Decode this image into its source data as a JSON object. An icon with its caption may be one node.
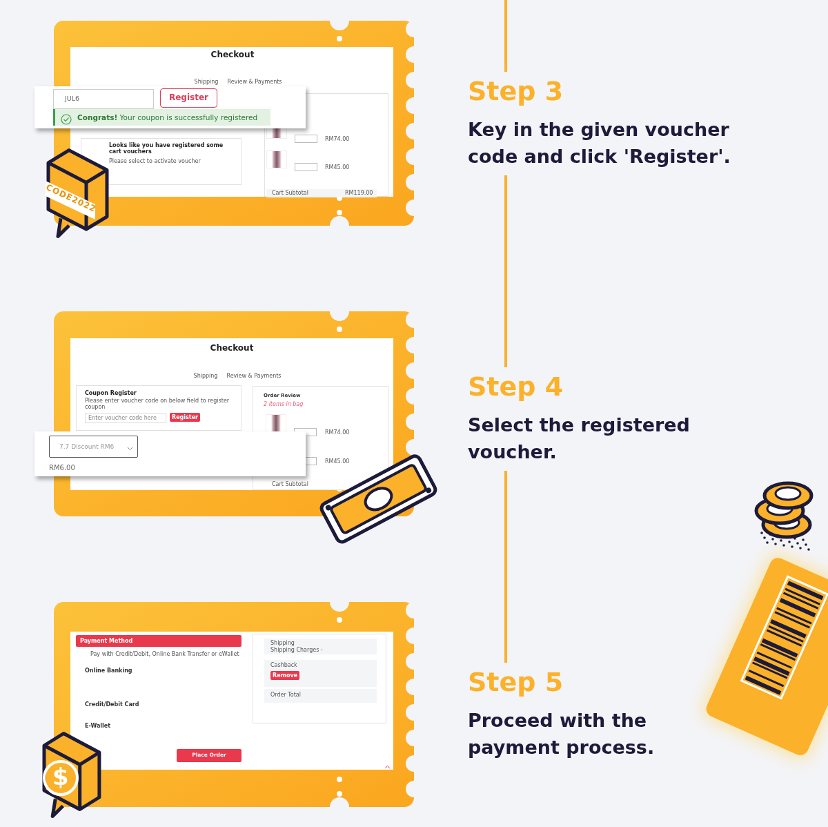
{
  "diagram": {
    "nodes": [
      {
        "text": [
          "Checkout",
          "Shipping",
          "Review & Payments",
          "JUL6",
          "Register",
          "**Congrats!** Your coupon is successfully registered",
          "Looks like you have registered some cart vouchers",
          "Please select to activate voucher",
          "RM74.00",
          "RM45.00",
          "Cart Subtotal",
          "RM119.00"
        ]
      },
      {
        "text": [
          "Step 3",
          "Key in the given voucher code and click 'Register'."
        ]
      },
      {
        "text": [
          "Checkout",
          "Shipping",
          "Review & Payments",
          "Coupon Register",
          "Please enter voucher code on below field to register coupon",
          "Enter voucher code here",
          "Register",
          "Order Review",
          "2 items in bag",
          "RM74.00",
          "RM45.00",
          "Cart Subtotal",
          "7.7 Discount RM6",
          "RM6.00"
        ]
      },
      {
        "text": [
          "Step 4",
          "Select the registered voucher."
        ]
      },
      {
        "text": [
          "Payment Method",
          "Pay with Credit/Debit, Online Bank Transfer or eWallet",
          "Online Banking",
          "Credit/Debit Card",
          "E-Wallet",
          "Place Order",
          "Shipping",
          "Shipping Charges -",
          "Cashback",
          "Remove",
          "Order Total"
        ]
      },
      {
        "text": [
          "Step 5",
          "Proceed with the payment process."
        ]
      }
    ],
    "edges": [
      {
        "from": null,
        "to": 1,
        "arrow": "none"
      },
      {
        "from": 1,
        "to": 3,
        "arrow": "none"
      },
      {
        "from": 3,
        "to": 5,
        "arrow": "none"
      }
    ],
    "labels": [
      "CODE2022",
      "$"
    ]
  }
}
